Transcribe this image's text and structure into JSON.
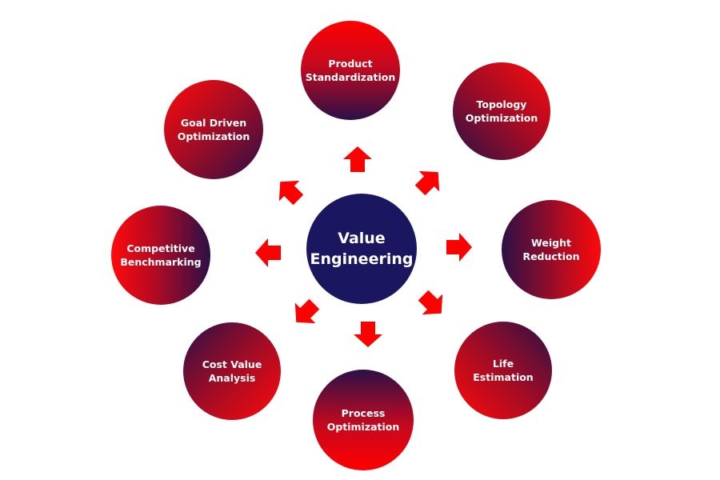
{
  "diagram": {
    "center": {
      "label": "Value\nEngineering",
      "color": "#1b1660"
    },
    "nodes": [
      {
        "id": "product-standardization",
        "label": "Product\nStandardization"
      },
      {
        "id": "topology-optimization",
        "label": "Topology\nOptimization"
      },
      {
        "id": "weight-reduction",
        "label": "Weight\nReduction"
      },
      {
        "id": "life-estimation",
        "label": "Life\nEstimation"
      },
      {
        "id": "process-optimization",
        "label": "Process\nOptimization"
      },
      {
        "id": "cost-value-analysis",
        "label": "Cost Value\nAnalysis"
      },
      {
        "id": "competitive-benchmarking",
        "label": "Competitive\nBenchmarking"
      },
      {
        "id": "goal-driven-optimization",
        "label": "Goal Driven\nOptimization"
      }
    ],
    "arrow_color": "#ff0000",
    "gradient_colors": [
      "#ff0000",
      "#2b1046"
    ]
  }
}
